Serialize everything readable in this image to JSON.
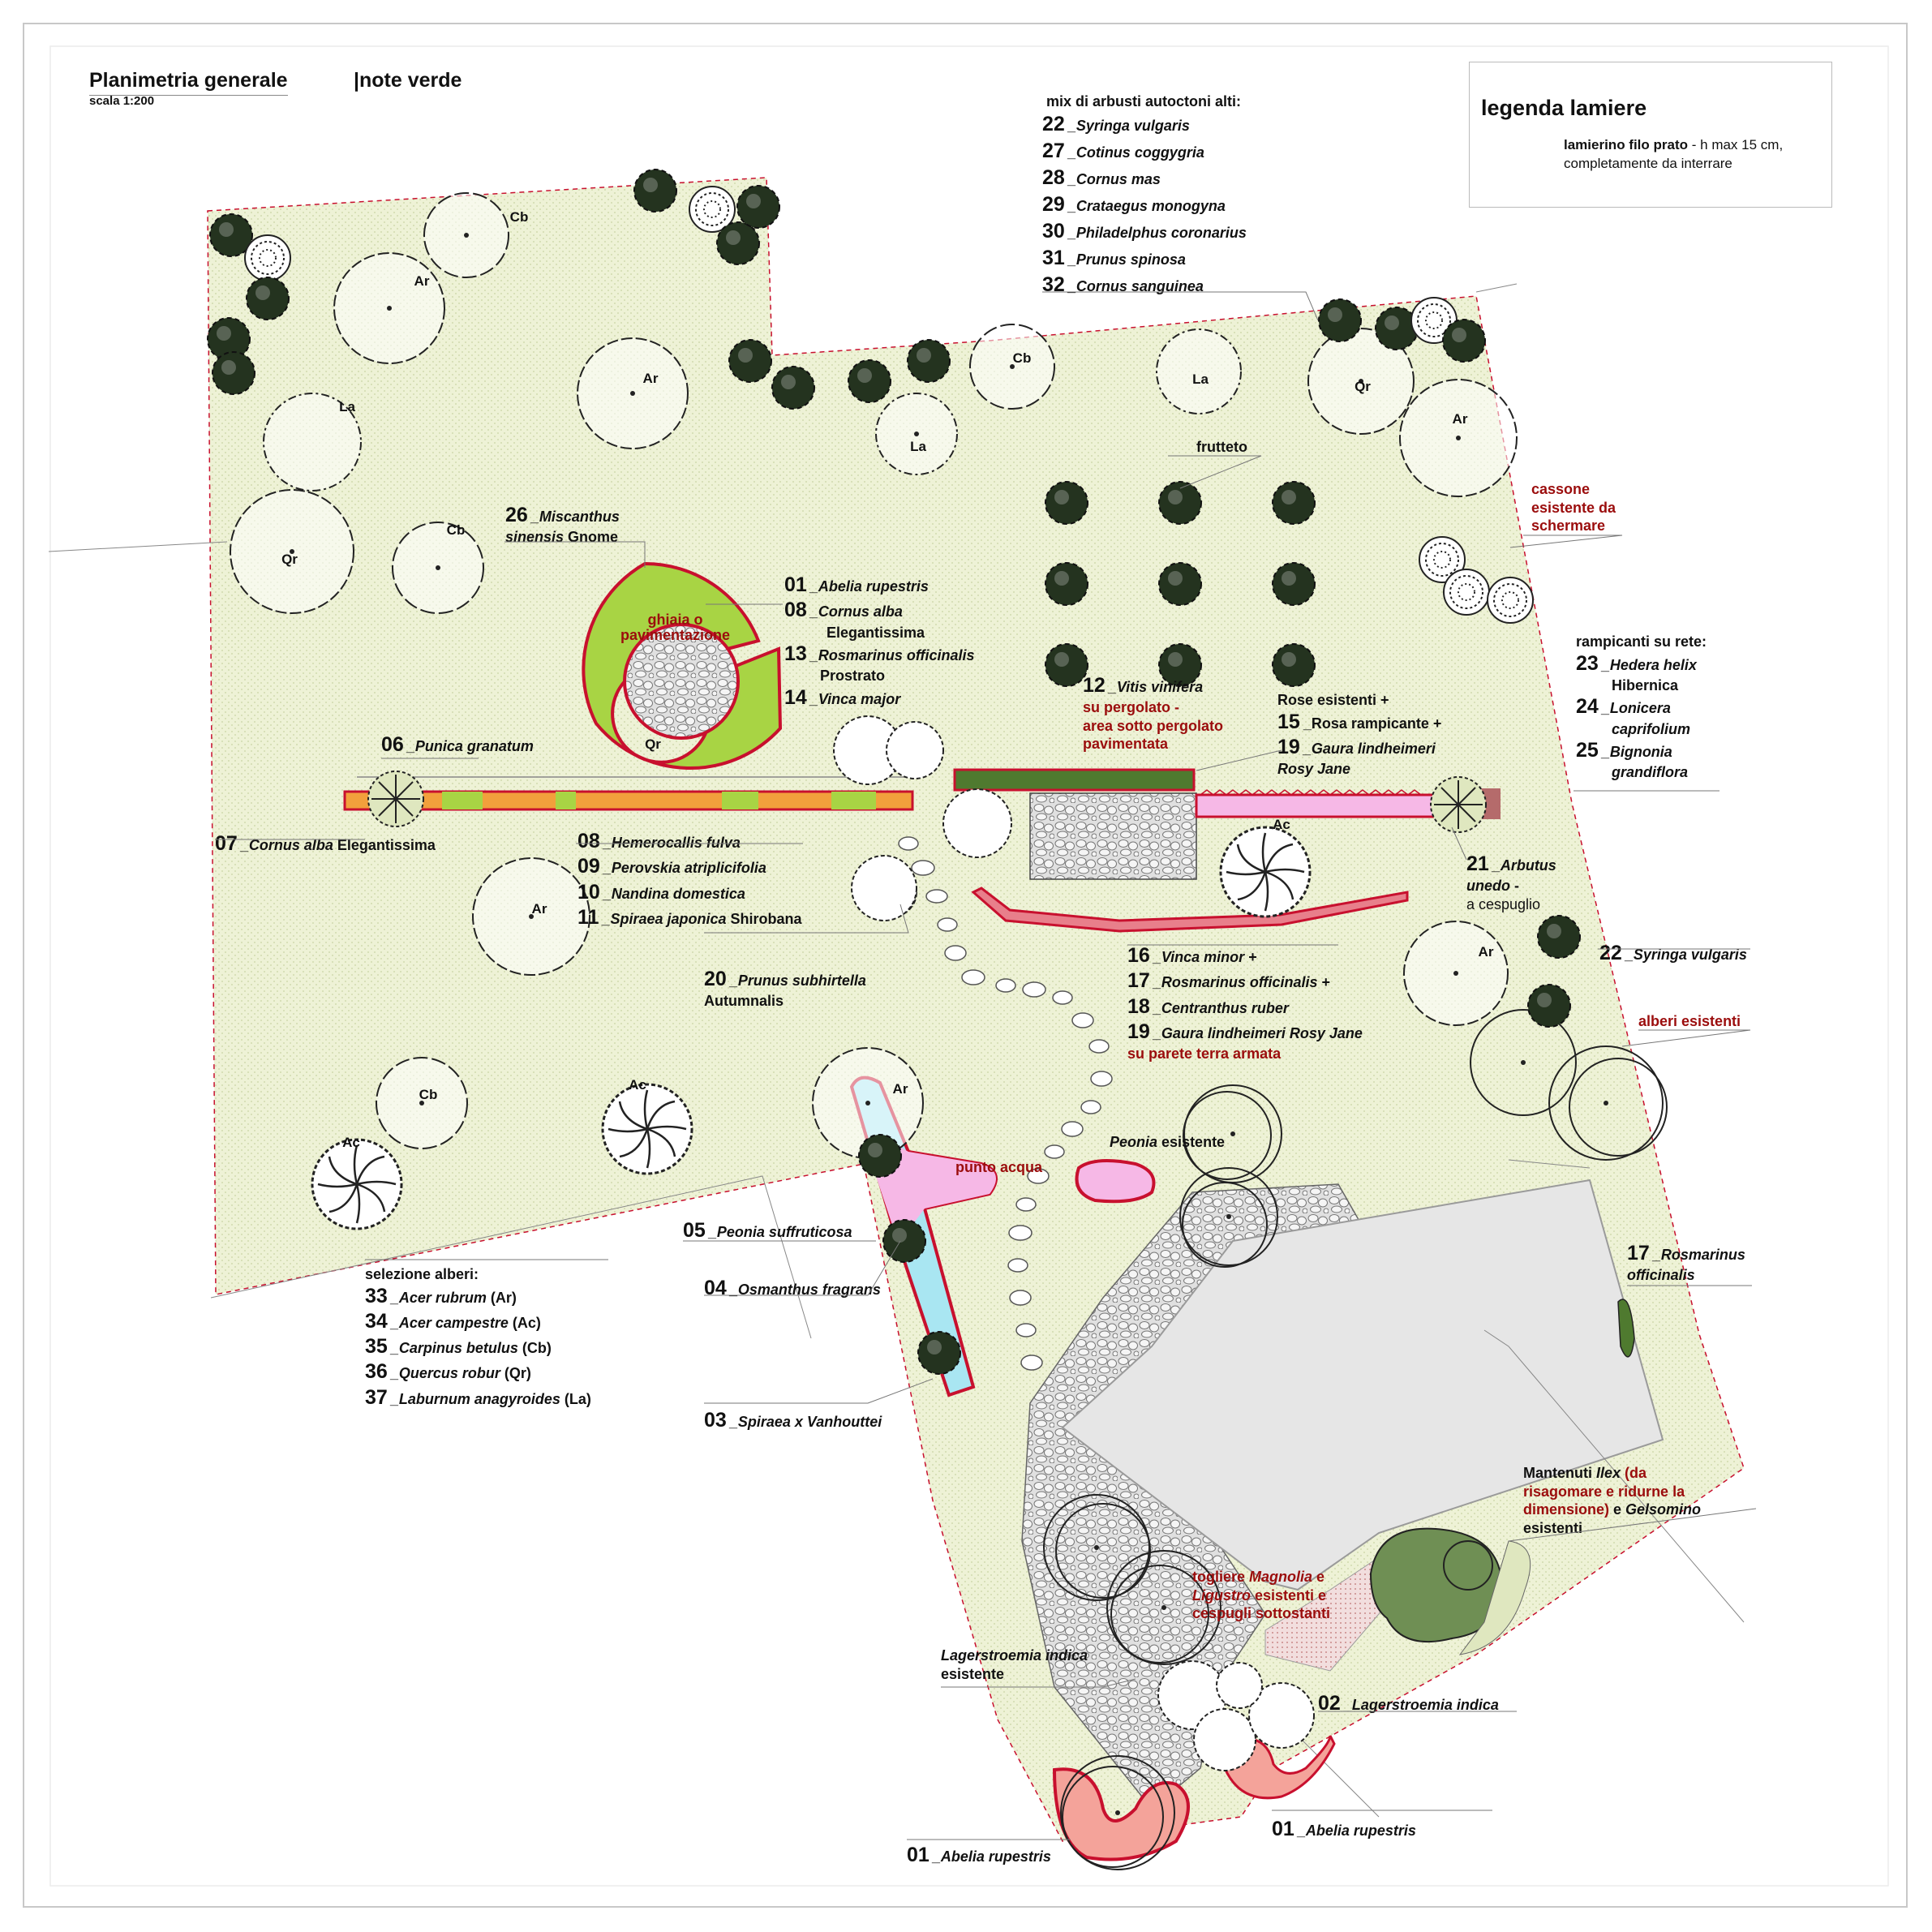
{
  "header": {
    "title": "Planimetria generale",
    "scale": "scala 1:200",
    "section": "|note verde"
  },
  "legend": {
    "title": "legenda lamiere",
    "item_bold": "lamierino filo prato",
    "item_text": " - h max 15 cm,",
    "item_text2": "completamente da interrare",
    "line_color": "#c8102e"
  },
  "colors": {
    "lawn": "#eef2d6",
    "border_red": "#c8102e",
    "bed_green": "#a8d444",
    "bed_pink": "#f6b8e6",
    "bed_blue": "#a9e6f2",
    "bed_orange": "#f2a03c",
    "bed_salmon": "#f4a39a",
    "pavement": "#d9d9d9",
    "building": "#e6e6e6",
    "tree_dark": "#24331f"
  },
  "tree_codes": [
    "Ar",
    "Cb",
    "La",
    "Qr",
    "Ac"
  ],
  "shrub_mix": {
    "title": "mix di arbusti autoctoni alti:",
    "items": [
      {
        "num": "22",
        "name": "_Syringa vulgaris"
      },
      {
        "num": "27",
        "name": "_Cotinus coggygria"
      },
      {
        "num": "28",
        "name": "_Cornus mas"
      },
      {
        "num": "29",
        "name": "_Crataegus monogyna"
      },
      {
        "num": "30",
        "name": "_Philadelphus coronarius"
      },
      {
        "num": "31",
        "name": "_Prunus spinosa"
      },
      {
        "num": "32",
        "name": "_Cornus sanguinea"
      }
    ]
  },
  "labels": {
    "frutteto": "frutteto",
    "cassone": [
      "cassone",
      "esistente da",
      "schermare"
    ],
    "miscanthus": {
      "num": "26",
      "name": "_Miscanthus",
      "line2_sp": "sinensis",
      "line2": " Gnome"
    },
    "ghiaia": [
      "ghiaia o",
      "pavimentazione"
    ],
    "circle_group": [
      {
        "num": "01",
        "name": "_Abelia rupestris"
      },
      {
        "num": "08",
        "name": "_Cornus alba",
        "extra": "Elegantissima"
      },
      {
        "num": "13",
        "name": "_Rosmarinus officinalis",
        "extra": "Prostrato"
      },
      {
        "num": "14",
        "name": "_Vinca major"
      }
    ],
    "vitis": {
      "num": "12",
      "name": "_Vitis vinifera",
      "red1": "su pergolato -",
      "red2": "area sotto pergolato",
      "red3": "pavimentata"
    },
    "rose": {
      "line1": "Rose esistenti +",
      "num15": "15",
      "name15": "_Rosa rampicante +",
      "num19": "19",
      "name19": "_Gaura lindheimeri",
      "line4": "Rosy Jane"
    },
    "rampicanti": {
      "title": "rampicanti su rete:",
      "items": [
        {
          "num": "23",
          "name": "_Hedera helix",
          "extra": "Hibernica"
        },
        {
          "num": "24",
          "name": "_Lonicera",
          "extra": "caprifolium"
        },
        {
          "num": "25",
          "name": "_Bignonia",
          "extra": "grandiflora"
        }
      ]
    },
    "punica": {
      "num": "06",
      "name": "_Punica granatum"
    },
    "cornus07": {
      "num": "07",
      "name": "_Cornus alba",
      "extra": " Elegantissima"
    },
    "hedge_group": [
      {
        "num": "08",
        "name": "_Hemerocallis fulva"
      },
      {
        "num": "09",
        "name": "_Perovskia atriplicifolia"
      },
      {
        "num": "10",
        "name": "_Nandina domestica"
      },
      {
        "num": "11",
        "name": "_Spiraea japonica",
        "extra": " Shirobana"
      }
    ],
    "arbutus": {
      "num": "21",
      "name": "_Arbutus",
      "line2": "unedo",
      "line2b": " -",
      "line3": "a cespuglio"
    },
    "syringa22": {
      "num": "22",
      "name": "_Syringa vulgaris"
    },
    "alberi_esistenti": "alberi esistenti",
    "wall_group": [
      {
        "num": "16",
        "name": "_Vinca minor",
        "extra": " +"
      },
      {
        "num": "17",
        "name": "_Rosmarinus officinalis",
        "extra": " +"
      },
      {
        "num": "18",
        "name": "_Centranthus ruber"
      },
      {
        "num": "19",
        "name": "_Gaura lindheimeri Rosy Jane"
      }
    ],
    "wall_red": "su parete terra armata",
    "prunus20": {
      "num": "20",
      "name": "_Prunus subhirtella",
      "extra": "Autumnalis"
    },
    "peonia_esistente": {
      "sp": "Peonia",
      "txt": " esistente"
    },
    "punto_acqua": "punto acqua",
    "peonia05": {
      "num": "05",
      "name": "_Peonia suffruticosa"
    },
    "osmanthus04": {
      "num": "04",
      "name": "_Osmanthus fragrans"
    },
    "spiraea03": {
      "num": "03",
      "name": "_Spiraea x Vanhouttei"
    },
    "selezione": {
      "title": "selezione alberi:",
      "items": [
        {
          "num": "33",
          "name": "_Acer rubrum",
          "code": " (Ar)"
        },
        {
          "num": "34",
          "name": "_Acer campestre",
          "code": " (Ac)"
        },
        {
          "num": "35",
          "name": "_Carpinus betulus",
          "code": " (Cb)"
        },
        {
          "num": "36",
          "name": "_Quercus robur",
          "code": " (Qr)"
        },
        {
          "num": "37",
          "name": "_Laburnum anagyroides",
          "code": " (La)"
        }
      ]
    },
    "rosmarinus17": {
      "num": "17",
      "name": "_Rosmarinus",
      "extra": "officinalis"
    },
    "mantenuti": {
      "a": "Mantenuti ",
      "b": "Ilex",
      "c": " (da",
      "d": "risagomare e ridurne la",
      "e": "dimensione)",
      "f": " e ",
      "g": "Gelsomino",
      "h": "esistenti"
    },
    "togliere": {
      "a": "togliere ",
      "b": "Magnolia",
      "c": " e",
      "d": "Ligustro",
      "e": " esistenti e",
      "f": "cespugli sottostanti"
    },
    "lagerstroemia_es": {
      "sp": "Lagerstroemia indica",
      "txt": "esistente"
    },
    "lagerstroemia02": {
      "num": "02",
      "name": "_Lagerstroemia indica"
    },
    "abelia01a": {
      "num": "01",
      "name": "_Abelia rupestris"
    },
    "abelia01b": {
      "num": "01",
      "name": "_Abelia rupestris"
    }
  }
}
